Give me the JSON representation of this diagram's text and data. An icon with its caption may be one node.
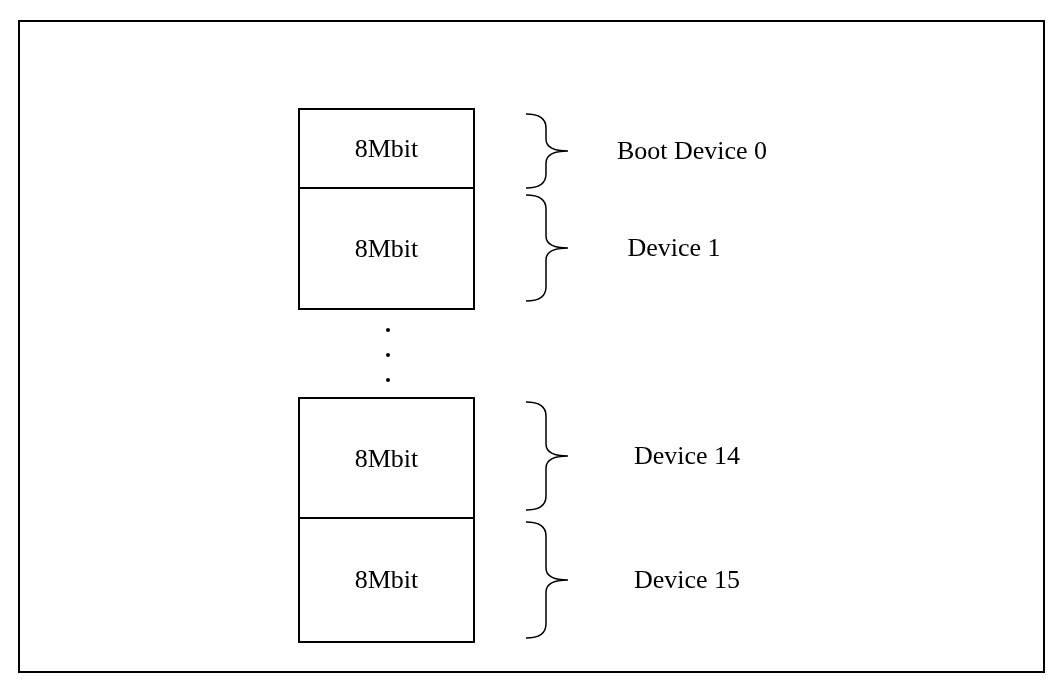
{
  "diagram": {
    "nodes": [
      {
        "text": [
          "8Mbit"
        ]
      },
      {
        "text": [
          "8Mbit"
        ]
      },
      {
        "text": [
          "8Mbit"
        ]
      },
      {
        "text": [
          "8Mbit"
        ]
      }
    ],
    "labels": [
      "Boot Device 0",
      "Device 1",
      "Device 14",
      "Device 15"
    ]
  }
}
